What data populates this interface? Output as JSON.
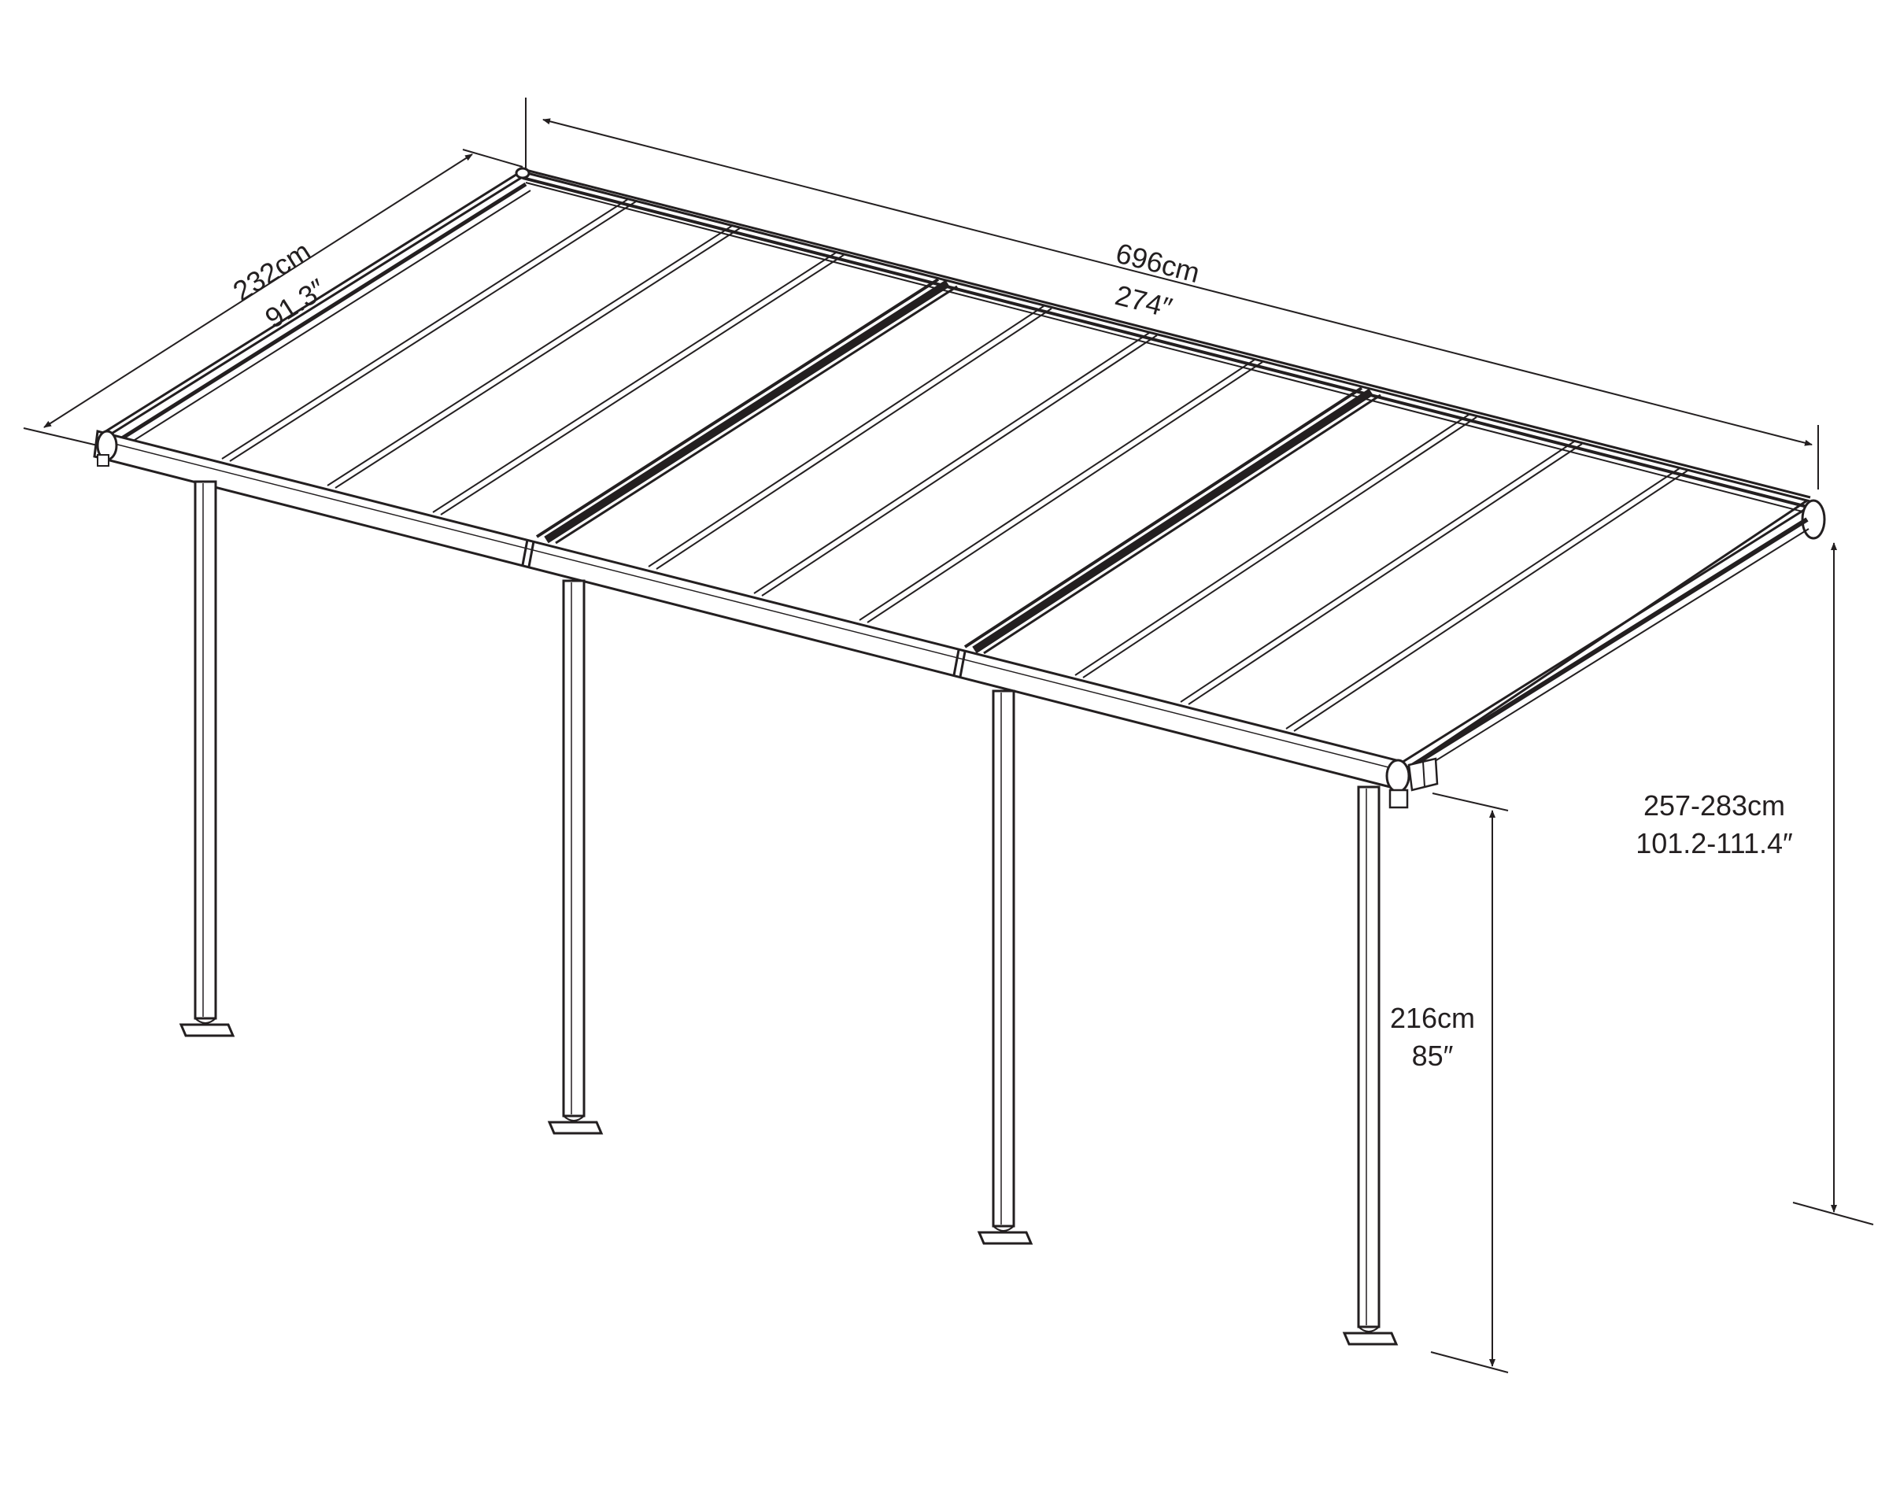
{
  "dimensions": {
    "width": {
      "metric": "696cm",
      "imperial": "274″"
    },
    "depth": {
      "metric": "232cm",
      "imperial": "91.3″"
    },
    "wall_height": {
      "metric": "257-283cm",
      "imperial": "101.2-111.4″"
    },
    "post_height": {
      "metric": "216cm",
      "imperial": "85″"
    }
  },
  "colors": {
    "line": "#231f20",
    "background": "#ffffff"
  }
}
